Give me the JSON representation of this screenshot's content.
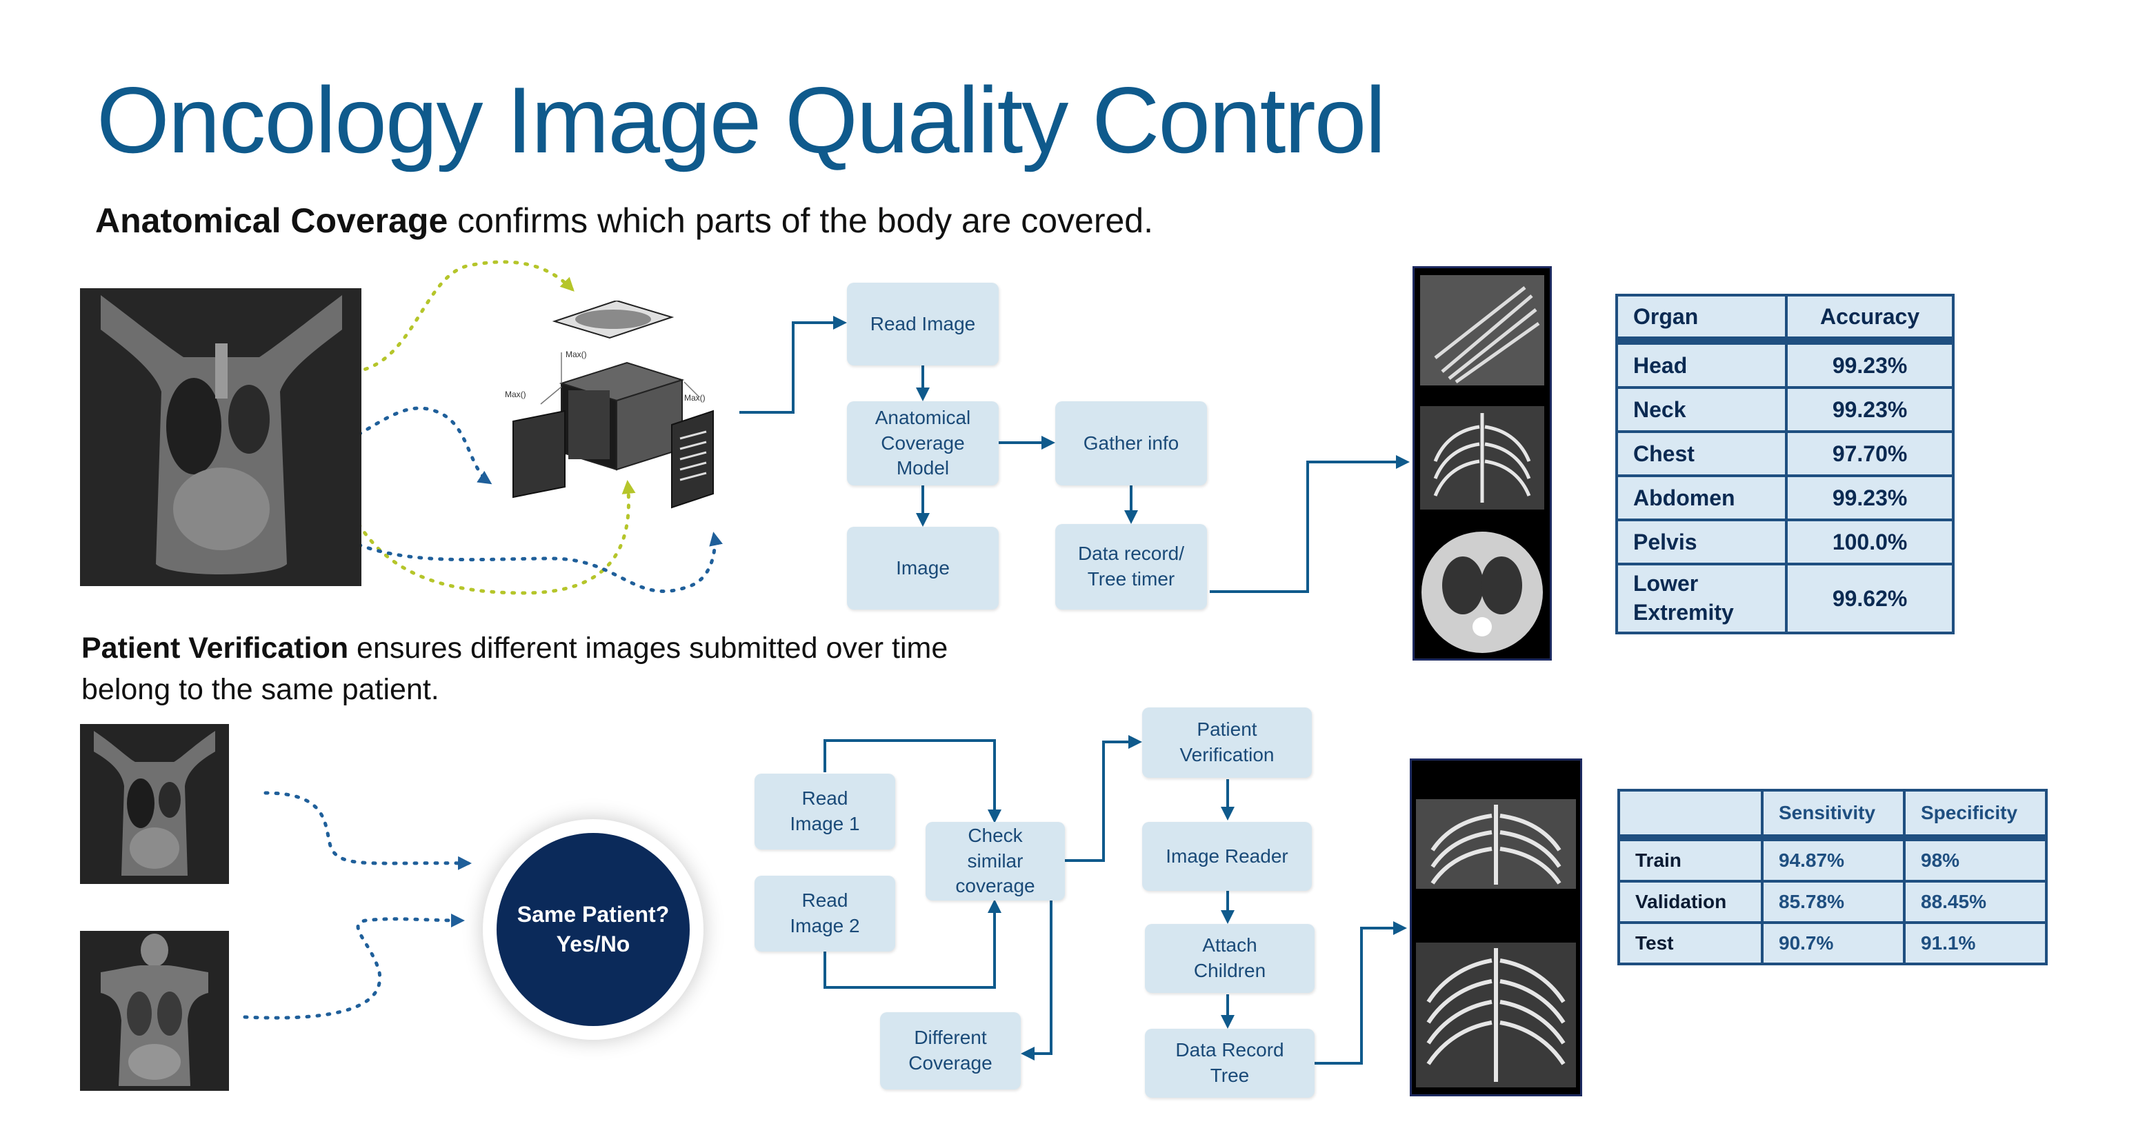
{
  "title": "Oncology Image Quality Control",
  "section1": {
    "bold": "Anatomical Coverage",
    "rest": " confirms which parts of the body are covered."
  },
  "section2": {
    "bold": "Patient Verification",
    "rest_line1": " ensures different images submitted over time",
    "rest_line2": "belong to the same patient."
  },
  "cube_labels": {
    "max_top": "Max()",
    "max_left": "Max()",
    "max_right": "Max()"
  },
  "flow1": {
    "read_image": "Read Image",
    "model": "Anatomical\nCoverage\nModel",
    "image": "Image",
    "gather": "Gather info",
    "record": "Data record/\nTree timer"
  },
  "flow2": {
    "read1": "Read\nImage 1",
    "read2": "Read\nImage 2",
    "check": "Check\nsimilar\ncoverage",
    "different": "Different\nCoverage",
    "patient_verif": "Patient\nVerification",
    "reader": "Image Reader",
    "attach": "Attach\nChildren",
    "record": "Data Record\nTree"
  },
  "circle_text": "Same Patient?\nYes/No",
  "table1": {
    "headers": [
      "Organ",
      "Accuracy"
    ],
    "rows": [
      [
        "Head",
        "99.23%"
      ],
      [
        "Neck",
        "99.23%"
      ],
      [
        "Chest",
        "97.70%"
      ],
      [
        "Abdomen",
        "99.23%"
      ],
      [
        "Pelvis",
        "100.0%"
      ],
      [
        "Lower\nExtremity",
        "99.62%"
      ]
    ]
  },
  "table2": {
    "headers": [
      "",
      "Sensitivity",
      "Specificity"
    ],
    "rows": [
      [
        "Train",
        "94.87%",
        "98%"
      ],
      [
        "Validation",
        "85.78%",
        "88.45%"
      ],
      [
        "Test",
        "90.7%",
        "91.1%"
      ]
    ]
  },
  "colors": {
    "title": "#0f5a8c",
    "box_fill": "#d6e6f0",
    "box_text": "#1a4a78",
    "arrow": "#0f5a8c",
    "dots_blue": "#1f5f9a",
    "dots_green": "#b5c52a",
    "circle": "#0b2a5a",
    "table_border": "#1f4f80"
  }
}
